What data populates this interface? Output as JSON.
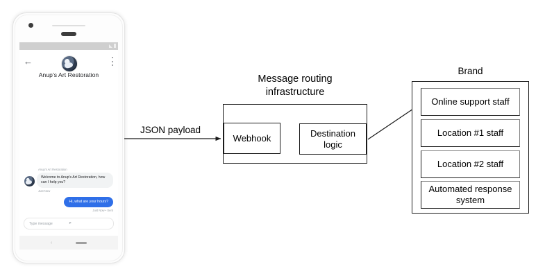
{
  "phone": {
    "status_icons": [
      "signal-icon",
      "battery-icon"
    ],
    "app_bar": {
      "back_label": "←",
      "menu_label": "kebab-menu",
      "title": "Anup's Art Restoration"
    },
    "thread": {
      "incoming": {
        "sender": "Anup's Art Restoration",
        "text": "Welcome to Anup's Art Restoration, how can I help you?",
        "timestamp": "Just Now"
      },
      "outgoing": {
        "text": "Hi, what are your hours?",
        "timestamp": "Just Now • Sent"
      }
    },
    "composer": {
      "placeholder": "Type message",
      "send_label": "➤"
    },
    "navbar": {
      "back_label": "‹",
      "home_label": "home-pill"
    }
  },
  "diagram": {
    "payload_label": "JSON payload",
    "infrastructure": {
      "title_line1": "Message routing",
      "title_line2": "infrastructure",
      "nodes": [
        {
          "label": "Webhook"
        },
        {
          "label": "Destination logic"
        }
      ]
    },
    "brand": {
      "title": "Brand",
      "items": [
        {
          "label": "Online support staff"
        },
        {
          "label": "Location #1 staff"
        },
        {
          "label": "Location #2 staff"
        },
        {
          "label": "Automated response system"
        }
      ]
    }
  },
  "colors": {
    "outgoing_bubble": "#2f6fe8",
    "incoming_bubble": "#f1f3f4",
    "stroke": "#1b1b1b",
    "inner_shadow": "#808080",
    "status_bar": "#cfcfcf"
  }
}
